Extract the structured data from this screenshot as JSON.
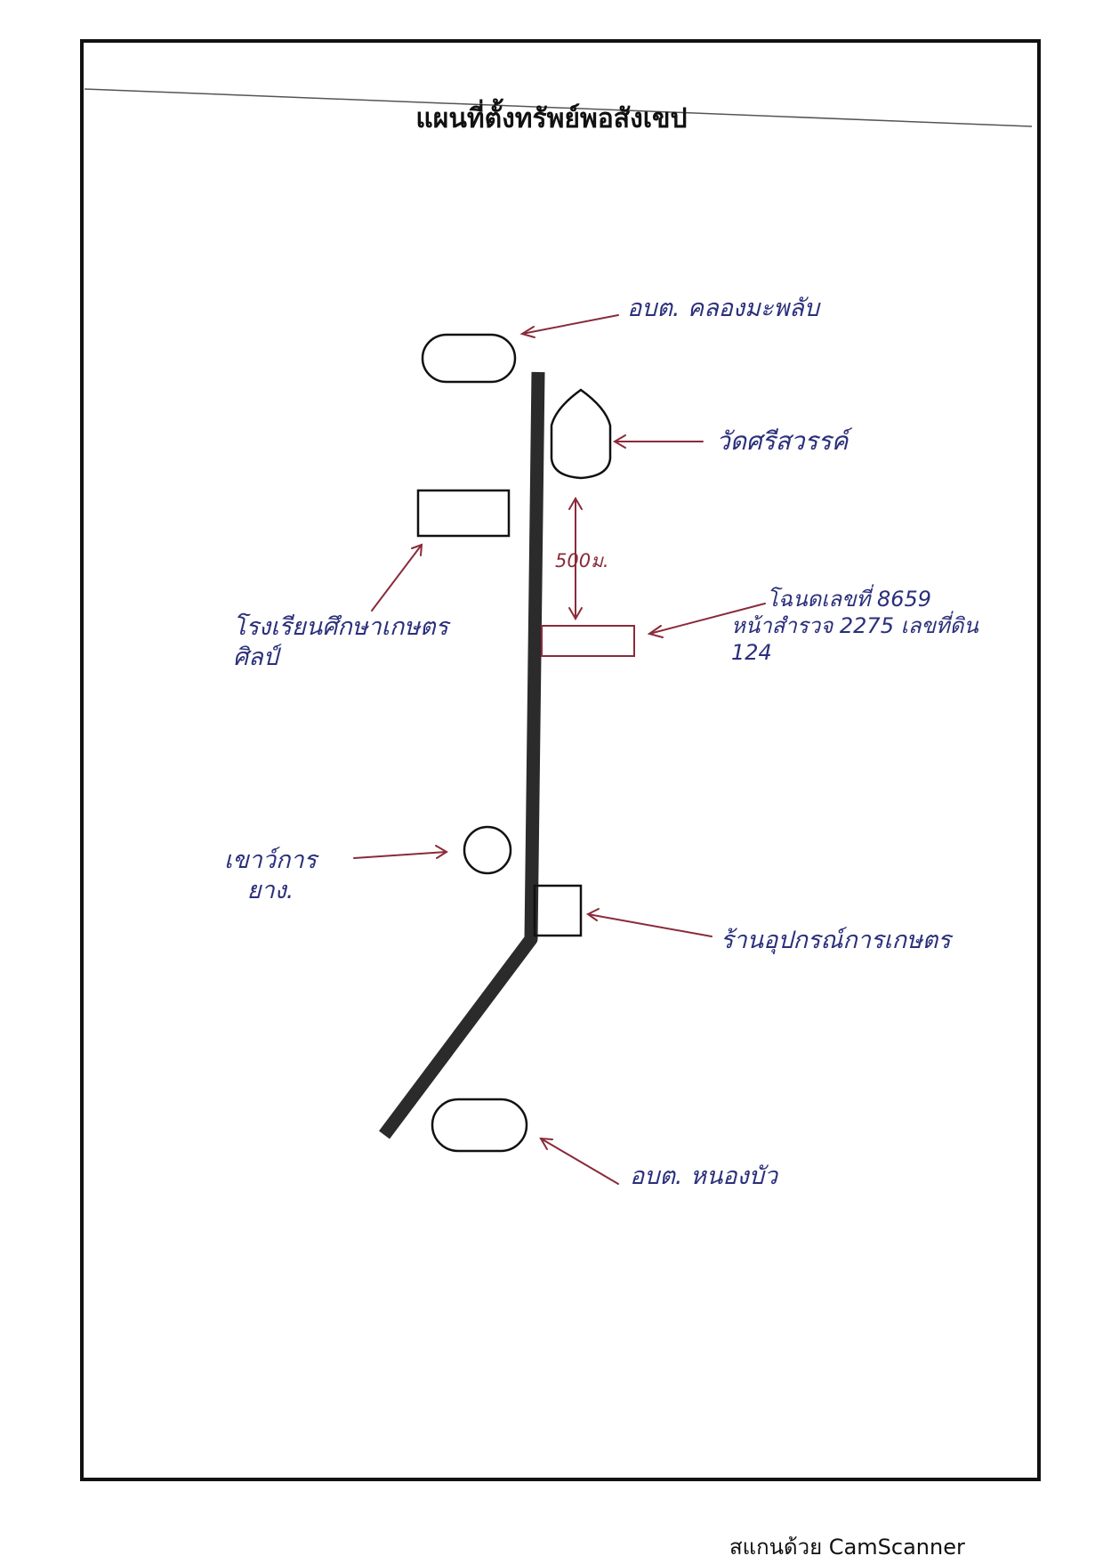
{
  "title": "แผนที่ตั้งทรัพย์พอสังเขป",
  "map": {
    "labels": {
      "klong_maphlap": "อบต. คลองมะพลับ",
      "wat_si_sawang": "วัดศรีสวรรค์",
      "school_line1": "โรงเรียนศึกษาเกษตร",
      "school_line2": "ศิลป์",
      "distance": "500ม.",
      "deed_line1": "โฉนดเลขที่ 8659",
      "deed_line2": "หน้าสำรวจ 2275 เลขที่ดิน",
      "deed_line3": "124",
      "rubber_line1": "เขาว์การ",
      "rubber_line2": "ยาง.",
      "agri_shop": "ร้านอุปกรณ์การเกษตร",
      "nong_bua": "อบต. หนองบัว"
    },
    "colors": {
      "ink_blue": "#2a2f7a",
      "ink_red": "#8a2b3a",
      "road": "#2b2b2b"
    }
  },
  "footer": {
    "scanner_credit": "สแกนด้วย CamScanner"
  }
}
